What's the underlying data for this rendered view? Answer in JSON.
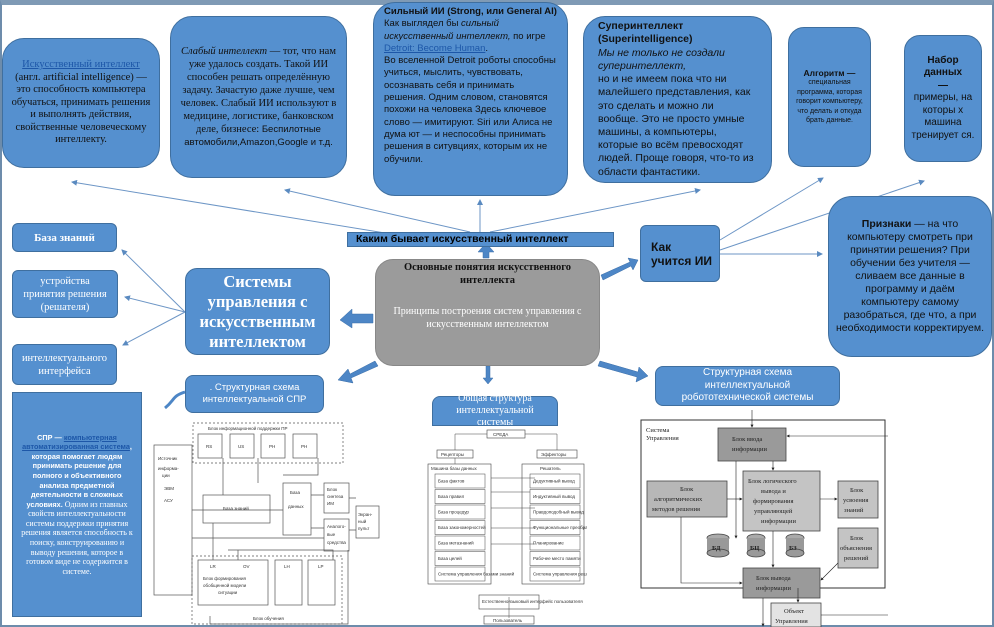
{
  "definition": {
    "link": "Искусственный интеллект",
    "text": " (англ. artificial intelligence) — это способность компьютера обучаться, принимать решения и выполнять действия, свойственные человеческому интеллекту."
  },
  "weak": {
    "title": "Слабый интеллект",
    "text": " — тот, что нам уже удалось создать. Такой ИИ способен решать определённую задачу. Зачастую даже лучше, чем человек. Слабый ИИ используют в медицине, логистике, банковском деле, бизнесе: ",
    "text2": "Беспилотные автомобили,Amazon,Google и т.д."
  },
  "strong": {
    "title": "Сильный ИИ  (Strong, или General AI)",
    "p1a": "Как выглядел бы ",
    "p1i": "сильный искусственный интеллект,",
    "p1b": " по игре ",
    "link": "Detroit: Become Human",
    "p1c": ".",
    "p2": "Во вселенной Detroit роботы способны учиться, мыслить, чувствовать, осознавать себя и принимать решения. Одним словом, становятся похожи на человека Здесь ключевое слово — имитируют. Siri или Алиса не дума ют — и неспособны принимать решения в ситувциях, которым их не обучили."
  },
  "super": {
    "title": "Суперинтеллект (Superintelligence)",
    "italic": "Мы не только не создали суперинтеллект,",
    "text": "но и не имеем пока что ни малейшего представления, как это сделать и можно ли вообще. Это не просто умные машины, а компьютеры, которые во всём превосходят людей. Проще говоря, что-то из области фантастики."
  },
  "algorithm": {
    "title": "Алгоритм —",
    "text": "специальная программа, которая говорит компьютеру, что делать и откуда брать данные."
  },
  "dataset": {
    "title": "Набор данных",
    "dash": "—",
    "text": "примеры, на которы х машина тренирует ся."
  },
  "features": {
    "title": "Признаки",
    "text": " — на что компьютеру смотреть при принятии решения? При обучении без учителя — сливаем все данные в программу и даём компьютеру самому разобраться, где что, а при необходимости корректируем."
  },
  "types_bar": "Каким бывает искусственный интеллект",
  "learn": "Как учится ИИ",
  "center": {
    "title": "Основные понятия искусственного интеллекта",
    "subtitle": "Принципы построения систем управления с искусственным интеллектом"
  },
  "systems": "Системы управления с искусственным интеллектом",
  "left_items": [
    "База знаний",
    "устройства принятия решения (решателя)",
    "интеллектуального интерфейса"
  ],
  "spr": {
    "abbr": "СПР — ",
    "link": "компьютерная автоматизированная система",
    "text": ", которая помогает людям принимать решение для полного и объективного анализа предметной деятельности в сложных условиях. ",
    "text2": "Одним из главных свойств интеллектуальности системы поддержки принятия решения является способность к поиску, конструированию и выводу решения, которое в готовом виде не содержится в системе."
  },
  "spr_scheme": {
    "label": ". Структурная схема интеллектуальной СПР",
    "top_block": "Блок информационной поддержки ПР",
    "cells": [
      "RS",
      "US",
      "PH",
      "PH"
    ],
    "source": [
      "Источник",
      "информа-",
      "ции",
      "ЭВМ",
      "АСУ"
    ],
    "kb": "База знаний",
    "db": [
      "База",
      "данных"
    ],
    "synth": [
      "Блок",
      "синтеза",
      "ИМ"
    ],
    "screen": [
      "Экран-",
      "ный",
      "пульт"
    ],
    "analog": [
      "Аналого-",
      "вые",
      "средства"
    ],
    "bottom": [
      "LR",
      "OV",
      "LH",
      "LP"
    ],
    "model": [
      "Блок формирования",
      "обобщенной модели",
      "ситуации"
    ],
    "learning": "Блок обучения"
  },
  "general": {
    "label": "Общая структура интеллектуальной системы",
    "env": "СРЕДА",
    "receptors": "Рецепторы",
    "effectors": "Эффекторы",
    "kb_machine": "Машина базы данных",
    "left": [
      "База фактов",
      "База правил",
      "База процедур",
      "База закономерностей",
      "База метазнаний",
      "База целей",
      "Система управления базами знаний"
    ],
    "solver": "Решатель",
    "right": [
      "Дедуктивный вывод",
      "Индуктивный вывод",
      "Правдоподобный вывод",
      "Функциональные преобразования",
      "Планирование",
      "Рабочее место памяти",
      "Система управления решателем"
    ],
    "interface": "Естественноязыковый интерфейс пользователя",
    "user": "Пользователь"
  },
  "robot": {
    "label": "Структурная схема интеллектуальной робототехнической системы",
    "system": [
      "Система",
      "Управления"
    ],
    "input": [
      "Блок ввода",
      "информации"
    ],
    "logic": [
      "Блок логического",
      "вывода и",
      "формирования",
      "управляющей",
      "информации"
    ],
    "algo": [
      "Блок",
      "алгоритмических",
      "методов решения"
    ],
    "learn": [
      "Блок",
      "усвоения",
      "знаний"
    ],
    "explain": [
      "Блок",
      "объяснения",
      "решений"
    ],
    "db": [
      "БД",
      "БЦ",
      "БЗ"
    ],
    "output": [
      "Блок вывода",
      "информации"
    ],
    "object": [
      "Объект",
      "Управления"
    ]
  },
  "colors": {
    "box": "#5590cf",
    "center": "#9b9b9b",
    "link": "#1d57a8"
  }
}
